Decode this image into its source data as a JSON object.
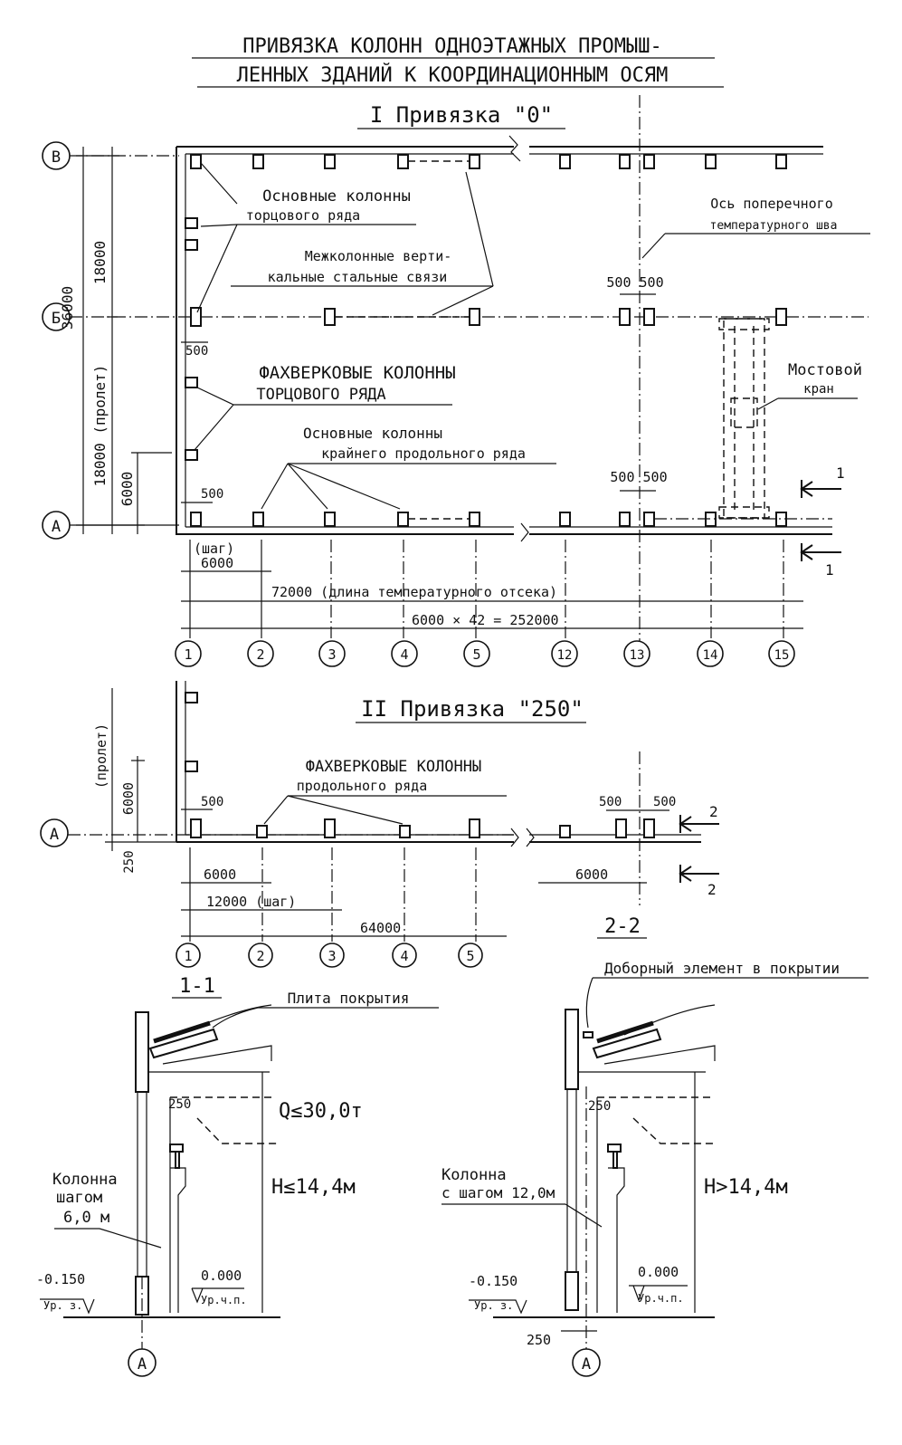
{
  "title": {
    "line1": "ПРИВЯЗКА КОЛОНН ОДНОЭТАЖНЫХ ПРОМЫШ-",
    "line2": "ЛЕННЫХ ЗДАНИЙ К КООРДИНАЦИОННЫМ ОСЯМ"
  },
  "section1": {
    "heading": "I Привязка \"0\"",
    "row_axes": [
      "В",
      "Б",
      "А"
    ],
    "col_axes": [
      "1",
      "2",
      "3",
      "4",
      "5",
      "12",
      "13",
      "14",
      "15"
    ],
    "labels": {
      "end_main_1": "Основные колонны",
      "end_main_2": "торцового ряда",
      "bracing_1": "Межколонные верти-",
      "bracing_2": "кальные стальные связи",
      "expansion_1": "Ось поперечного",
      "expansion_2": "температурного шва",
      "frame_end_1": "ФАХВЕРКОВЫЕ КОЛОННЫ",
      "frame_end_2": "ТОРЦОВОГО РЯДА",
      "crane_1": "Мостовой",
      "crane_2": "кран",
      "edge_main_1": "Основные колонны",
      "edge_main_2": "крайнего продольного ряда"
    },
    "dims": {
      "d18000_top": "18000",
      "d18000_bottom": "18000 (пролет)",
      "d36000": "36000",
      "d6000_v": "6000",
      "d500_a": "500",
      "d500_b": "500",
      "d500_500_top": "500 500",
      "d500_500_bottom": "500 500",
      "step_label": "(шаг)",
      "d6000_step": "6000",
      "d72000": "72000 (длина температурного отсека)",
      "d252000": "6000 × 42 = 252000"
    },
    "cut_marks": [
      "1",
      "1"
    ]
  },
  "section2": {
    "heading": "II Привязка \"250\"",
    "row_axis": "А",
    "col_axes": [
      "1",
      "2",
      "3",
      "4",
      "5"
    ],
    "labels": {
      "frame_long_1": "ФАХВЕРКОВЫЕ КОЛОННЫ",
      "frame_long_2": "продольного ряда"
    },
    "dims": {
      "span": "(пролет)",
      "d6000_v": "6000",
      "d250": "250",
      "d500_a": "500",
      "d500_b": "500",
      "d500_c": "500",
      "d6000": "6000",
      "d12000": "12000 (шаг)",
      "d64000": "64000",
      "d6000_right": "6000"
    },
    "cut_marks": [
      "2",
      "2"
    ]
  },
  "cut1": {
    "title": "1-1",
    "slab": "Плита покрытия",
    "load": "Q≤30,0т",
    "height": "H≤14,4м",
    "column_1": "Колонна",
    "column_2": "шагом",
    "column_3": "6,0 м",
    "d250": "250",
    "level_ground": "-0.150",
    "level_ground_lbl": "Ур. з.",
    "level_floor": "0.000",
    "level_floor_lbl": "Ур.ч.п.",
    "axis": "А"
  },
  "cut2": {
    "title": "2-2",
    "extra": "Доборный элемент в покрытии",
    "height": "H>14,4м",
    "column_1": "Колонна",
    "column_2": "с шагом 12,0м",
    "d250_top": "250",
    "d250_bottom": "250",
    "level_ground": "-0.150",
    "level_ground_lbl": "Ур. з.",
    "level_floor": "0.000",
    "level_floor_lbl": "Ур.ч.п.",
    "axis": "А"
  }
}
